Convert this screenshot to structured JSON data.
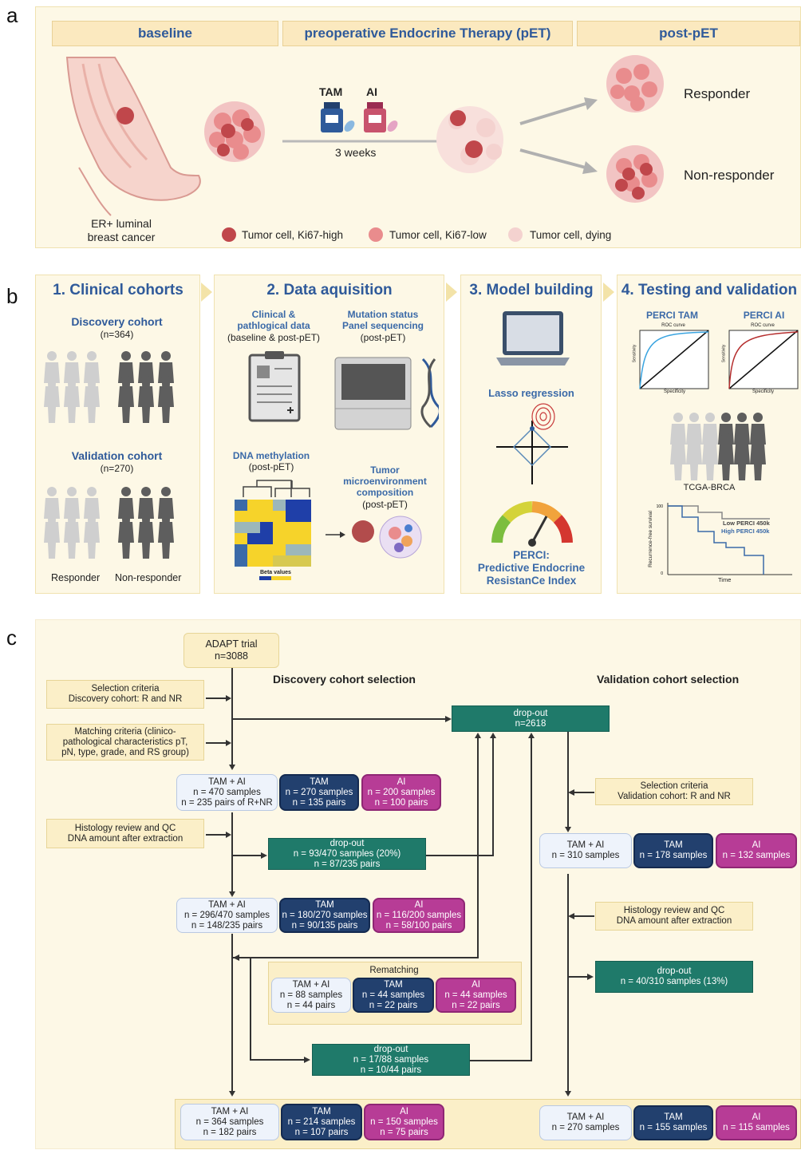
{
  "panel_a": {
    "letter": "a",
    "headers": [
      "baseline",
      "preoperative Endocrine Therapy (pET)",
      "post-pET"
    ],
    "drugs": [
      "TAM",
      "AI"
    ],
    "duration": "3 weeks",
    "outcomes": [
      "Responder",
      "Non-responder"
    ],
    "cancer_label": "ER+ luminal\nbreast cancer",
    "legend": [
      "Tumor cell, Ki67-high",
      "Tumor cell, Ki67-low",
      "Tumor cell, dying"
    ],
    "colors": {
      "ki67_high": "#c0474b",
      "ki67_low": "#e98c8d",
      "dying": "#f4d2cf"
    }
  },
  "panel_b": {
    "letter": "b",
    "sections": [
      {
        "title": "1.  Clinical cohorts"
      },
      {
        "title": "2. Data aquisition"
      },
      {
        "title": "3. Model building"
      },
      {
        "title": "4. Testing and validation"
      }
    ],
    "cohorts": {
      "discovery": "Discovery cohort",
      "discovery_n": "(n=364)",
      "validation": "Validation cohort",
      "validation_n": "(n=270)",
      "responder": "Responder",
      "non_responder": "Non-responder"
    },
    "data": {
      "clinical": "Clinical &\npathlogical data",
      "clinical_note": "(baseline & post-pET)",
      "mutation": "Mutation status\nPanel sequencing",
      "mutation_note": "(post-pET)",
      "methylation": "DNA methylation",
      "methylation_note": "(post-pET)",
      "tme": "Tumor\nmicroenvironment\ncomposition",
      "tme_note": "(post-pET)",
      "beta": "Beta values"
    },
    "model": {
      "lasso": "Lasso regression",
      "perci": "PERCI:\nPredictive Endocrine\nResistanCe Index"
    },
    "testing": {
      "perci_tam": "PERCI TAM",
      "perci_ai": "PERCI AI",
      "roc": "ROC curve",
      "sensitivity": "Sensitivity",
      "specificity": "Specificity",
      "tcga": "TCGA-BRCA",
      "low": "Low PERCI 450k",
      "high": "High PERCI 450k",
      "rfs": "Recurrence-free survival",
      "time": "Time"
    }
  },
  "panel_c": {
    "letter": "c",
    "adapt": "ADAPT trial\nn=3088",
    "discovery_title": "Discovery cohort selection",
    "validation_title": "Validation cohort selection",
    "sel_disc": "Selection criteria\nDiscovery cohort: R and NR",
    "matching": "Matching criteria (clinico-\npathological characteristics pT,\npN, type, grade, and RS group)",
    "drop1": "drop-out\nn=2618",
    "row1": {
      "all": "TAM + AI\nn = 470 samples\nn = 235 pairs of R+NR",
      "tam": "TAM\nn = 270 samples\nn = 135 pairs",
      "ai": "AI\nn = 200 samples\nn = 100 pairs"
    },
    "histo": "Histology review and QC\nDNA amount after extraction",
    "drop2": "drop-out\nn = 93/470 samples (20%)\nn = 87/235 pairs",
    "row2": {
      "all": "TAM + AI\nn = 296/470 samples\nn = 148/235 pairs",
      "tam": "TAM\nn = 180/270 samples\nn = 90/135 pairs",
      "ai": "AI\nn = 116/200 samples\nn = 58/100 pairs"
    },
    "rematching": "Rematching",
    "row3": {
      "all": "TAM + AI\nn = 88 samples\nn = 44 pairs",
      "tam": "TAM\nn = 44 samples\nn = 22 pairs",
      "ai": "AI\nn = 44 samples\nn = 22  pairs"
    },
    "drop3": "drop-out\nn = 17/88 samples\nn = 10/44 pairs",
    "row4": {
      "all": "TAM + AI\nn = 364 samples\nn = 182 pairs",
      "tam": "TAM\nn = 214 samples\nn = 107 pairs",
      "ai": "AI\nn = 150 samples\nn = 75  pairs"
    },
    "sel_val": "Selection criteria\nValidation cohort: R and NR",
    "vrow1": {
      "all": "TAM + AI\nn = 310 samples",
      "tam": "TAM\nn = 178 samples",
      "ai": "AI\nn = 132 samples"
    },
    "histo_val": "Histology review and QC\nDNA amount after extraction",
    "drop_val": "drop-out\nn = 40/310 samples (13%)",
    "vrow2": {
      "all": "TAM + AI\nn = 270 samples",
      "tam": "TAM\nn = 155 samples",
      "ai": "AI\nn = 115 samples"
    }
  }
}
